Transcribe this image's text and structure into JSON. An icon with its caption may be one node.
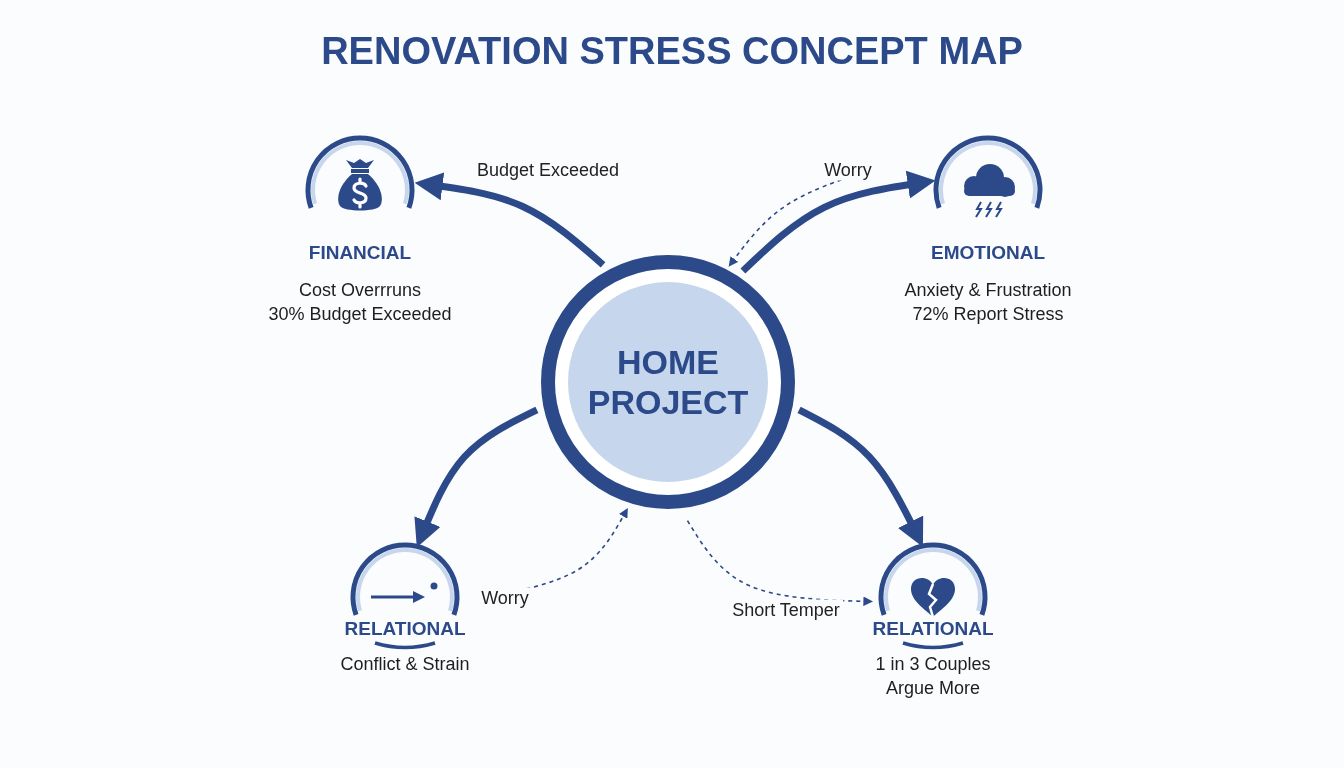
{
  "diagram": {
    "title": "RENOVATION STRESS CONCEPT MAP",
    "nodes": [
      {
        "text": [
          "HOME PROJECT"
        ]
      },
      {
        "text": [
          "FINANCIAL",
          "Cost Overrruns",
          "30% Budget Exceeded"
        ]
      },
      {
        "text": [
          "EMOTIONAL",
          "Anxiety & Frustration",
          "72% Report Stress"
        ]
      },
      {
        "text": [
          "RELATIONAL",
          "Conflict & Strain"
        ]
      },
      {
        "text": [
          "RELATIONAL",
          "1 in 3 Couples Argue More"
        ]
      }
    ],
    "edges": [
      {
        "from": 0,
        "to": 1,
        "arrow": "to",
        "label": "Budget Exceeded"
      },
      {
        "from": 0,
        "to": 2,
        "arrow": "to"
      },
      {
        "from": 2,
        "to": 0,
        "arrow": "to",
        "label": "Worry",
        "style": "dashed"
      },
      {
        "from": 0,
        "to": 3,
        "arrow": "to"
      },
      {
        "from": 3,
        "to": 0,
        "arrow": "to",
        "label": "Worry",
        "style": "dashed"
      },
      {
        "from": 0,
        "to": 4,
        "arrow": "to"
      },
      {
        "from": 0,
        "to": 4,
        "arrow": "to",
        "label": "Short Temper",
        "style": "dashed"
      }
    ]
  }
}
